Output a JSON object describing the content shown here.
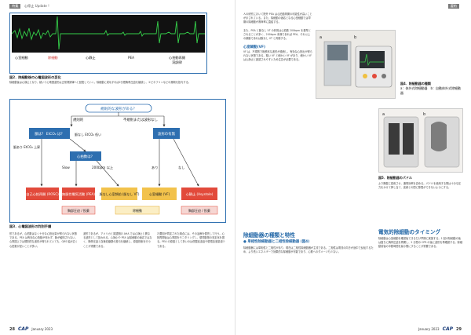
{
  "left_page": {
    "section_tag": "特集",
    "section_title": "心停止 Update !",
    "ecg_labels": [
      "心室細動",
      "除細動",
      "心静止",
      "PEA",
      "心拍動再開\n洞調律"
    ],
    "figure2_caption": "図2．除細動後の心電図波形の変化",
    "figure2_text": "除細動後は心静止となり、続いて心電図波形は正常洞調律へと回復していく。除細動に成功すれば2分間胸骨圧迫を継続し、エピネフリンなどの薬剤を投与する。",
    "flowchart": {
      "start": "規則的な波形がある？",
      "branch_left": "規則的",
      "branch_right": "不規則または波形なし",
      "q1": "脈は？ EtCO₂ は？",
      "q1_note_a": "脈なし EtCO₂ 低い",
      "q1_note_b": "脈あり EtCO₂ 上昇",
      "q2": "心拍数は？",
      "slow": "Slow",
      "fast": "200bpm 以上",
      "q3": "波形の有無",
      "yes": "あり",
      "no": "なし",
      "box_rosc": "自己心拍再開 (ROSC)",
      "box_pea": "無脈性電気活動 (PEA)",
      "box_vt": "脈なし心室頻拍 (脈なし VT)",
      "box_vf": "心室細動 (VF)",
      "box_asys": "心静止 (Asystole)",
      "action_cpr1": "胸部圧迫 / 投薬",
      "action_def": "除細動",
      "action_cpr2": "胸部圧迫 / 投薬"
    },
    "figure3_caption": "図3．心電図波形の判別手順",
    "col1_text": "形であるが、心拍数はなく十分な心拍出量が得られない状態である。PEA は有効な心拍動が伴わず、脈が触知されない。心電図上では規則的な波形が得られていても、QRS 幅が広く心拍数が遅いことが多い。",
    "col2_text": "波形であるが、アメリカと英語圏の AHA では心静止と異なる波形として扱われる。心静止や PEA は除細動の適応ではなく、胸骨圧迫と血管収縮薬の投与を継続し、原因検索を行うことが重要である。",
    "col3_text": "た要因が同定された場合には、その治療を優先して行う。心拍再開後は心電図をモニタリングし、循環動態の安定化を図る。PEA の原因として多いのは低酸素血症や循環血液量減少である。",
    "page_number": "28",
    "footer_mag": "CAP",
    "footer_date": "January 2023"
  },
  "right_page": {
    "section_tag": "要約",
    "col1_text": "人の研究において院外 PEA は心拍動再開の可能性が高いことが示されている。また、除細動の適応となる心室細動では早期の除細動が救命率に直結する。",
    "col1_text_b": "また、PEA と脈なし VT の判別は心拍数 200bpm を基準とされることが多く、200bpm 未満であれば PEA、それ以上の頻脈であれば脈なし VT と判断する。",
    "vf_subhead": "心室細動(VF)",
    "vf_text": "VF は、不規則で無秩序な波形が連続し、有効な心拍出が得られない状態である。粗い VF と細かい VF があり、細かい VF は心静止と誤認されやすいため注意が必要である。",
    "photo1_caption": "図4．除細動器の種類",
    "photo1_sub": "a：体外式除細動器　b：自動体外式除細動器",
    "photo2_caption": "図5．除細動器のパドル",
    "col3_text": "より胸壁に密着させ、通電効率を高める。パドルを使用する際は十分な圧力をかけて押し当て、皮膚との間に隙間ができないようにする。",
    "heading_left": "除細動器の種類と特性",
    "subhead_left": "● 単相性除細動器と二相性除細動器 (図4)",
    "left_body": "除細動器には単相性と二相性があり、現在は二相性除細動器が主流である。二相性は電流の向きが途中で反転するため、より低いエネルギーで効果的な除細動が可能であり、心筋へのダメージも少ない。",
    "heading_right": "電気的除細動のタイミング",
    "right_body": "除細動は心室細動を確認後できるだけ早期に実施する。1 回の除細動の後は直ちに胸骨圧迫を再開し、2 分間の CPR の後に波形を再確認する。除細動前後の中断時間を最小限にすることが重要である。",
    "page_number": "29",
    "footer_mag": "CAP",
    "footer_date": "January 2023"
  }
}
